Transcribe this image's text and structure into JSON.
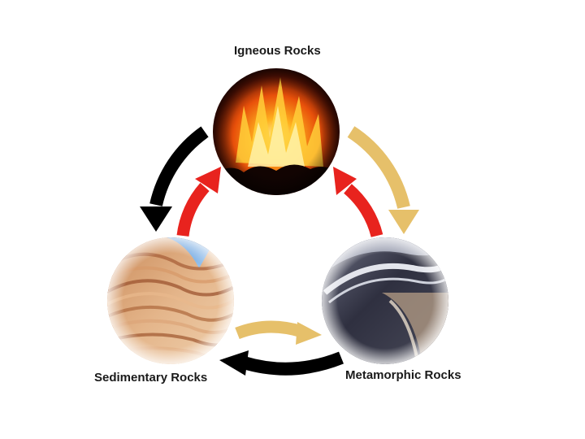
{
  "diagram": {
    "nodes": [
      {
        "id": "igneous",
        "label": "Igneous Rocks",
        "image": "volcano-lava"
      },
      {
        "id": "sedimentary",
        "label": "Sedimentary Rocks",
        "image": "sandstone-layers"
      },
      {
        "id": "metamorphic",
        "label": "Metamorphic Rocks",
        "image": "banded-gneiss"
      }
    ],
    "arrows": [
      {
        "from": "igneous",
        "to": "metamorphic",
        "color": "#e6c06a"
      },
      {
        "from": "metamorphic",
        "to": "igneous",
        "color": "#e8231e"
      },
      {
        "from": "igneous",
        "to": "sedimentary",
        "color": "#000000"
      },
      {
        "from": "sedimentary",
        "to": "igneous",
        "color": "#e8231e"
      },
      {
        "from": "sedimentary",
        "to": "metamorphic",
        "color": "#e6c06a"
      },
      {
        "from": "metamorphic",
        "to": "sedimentary",
        "color": "#000000"
      }
    ]
  }
}
